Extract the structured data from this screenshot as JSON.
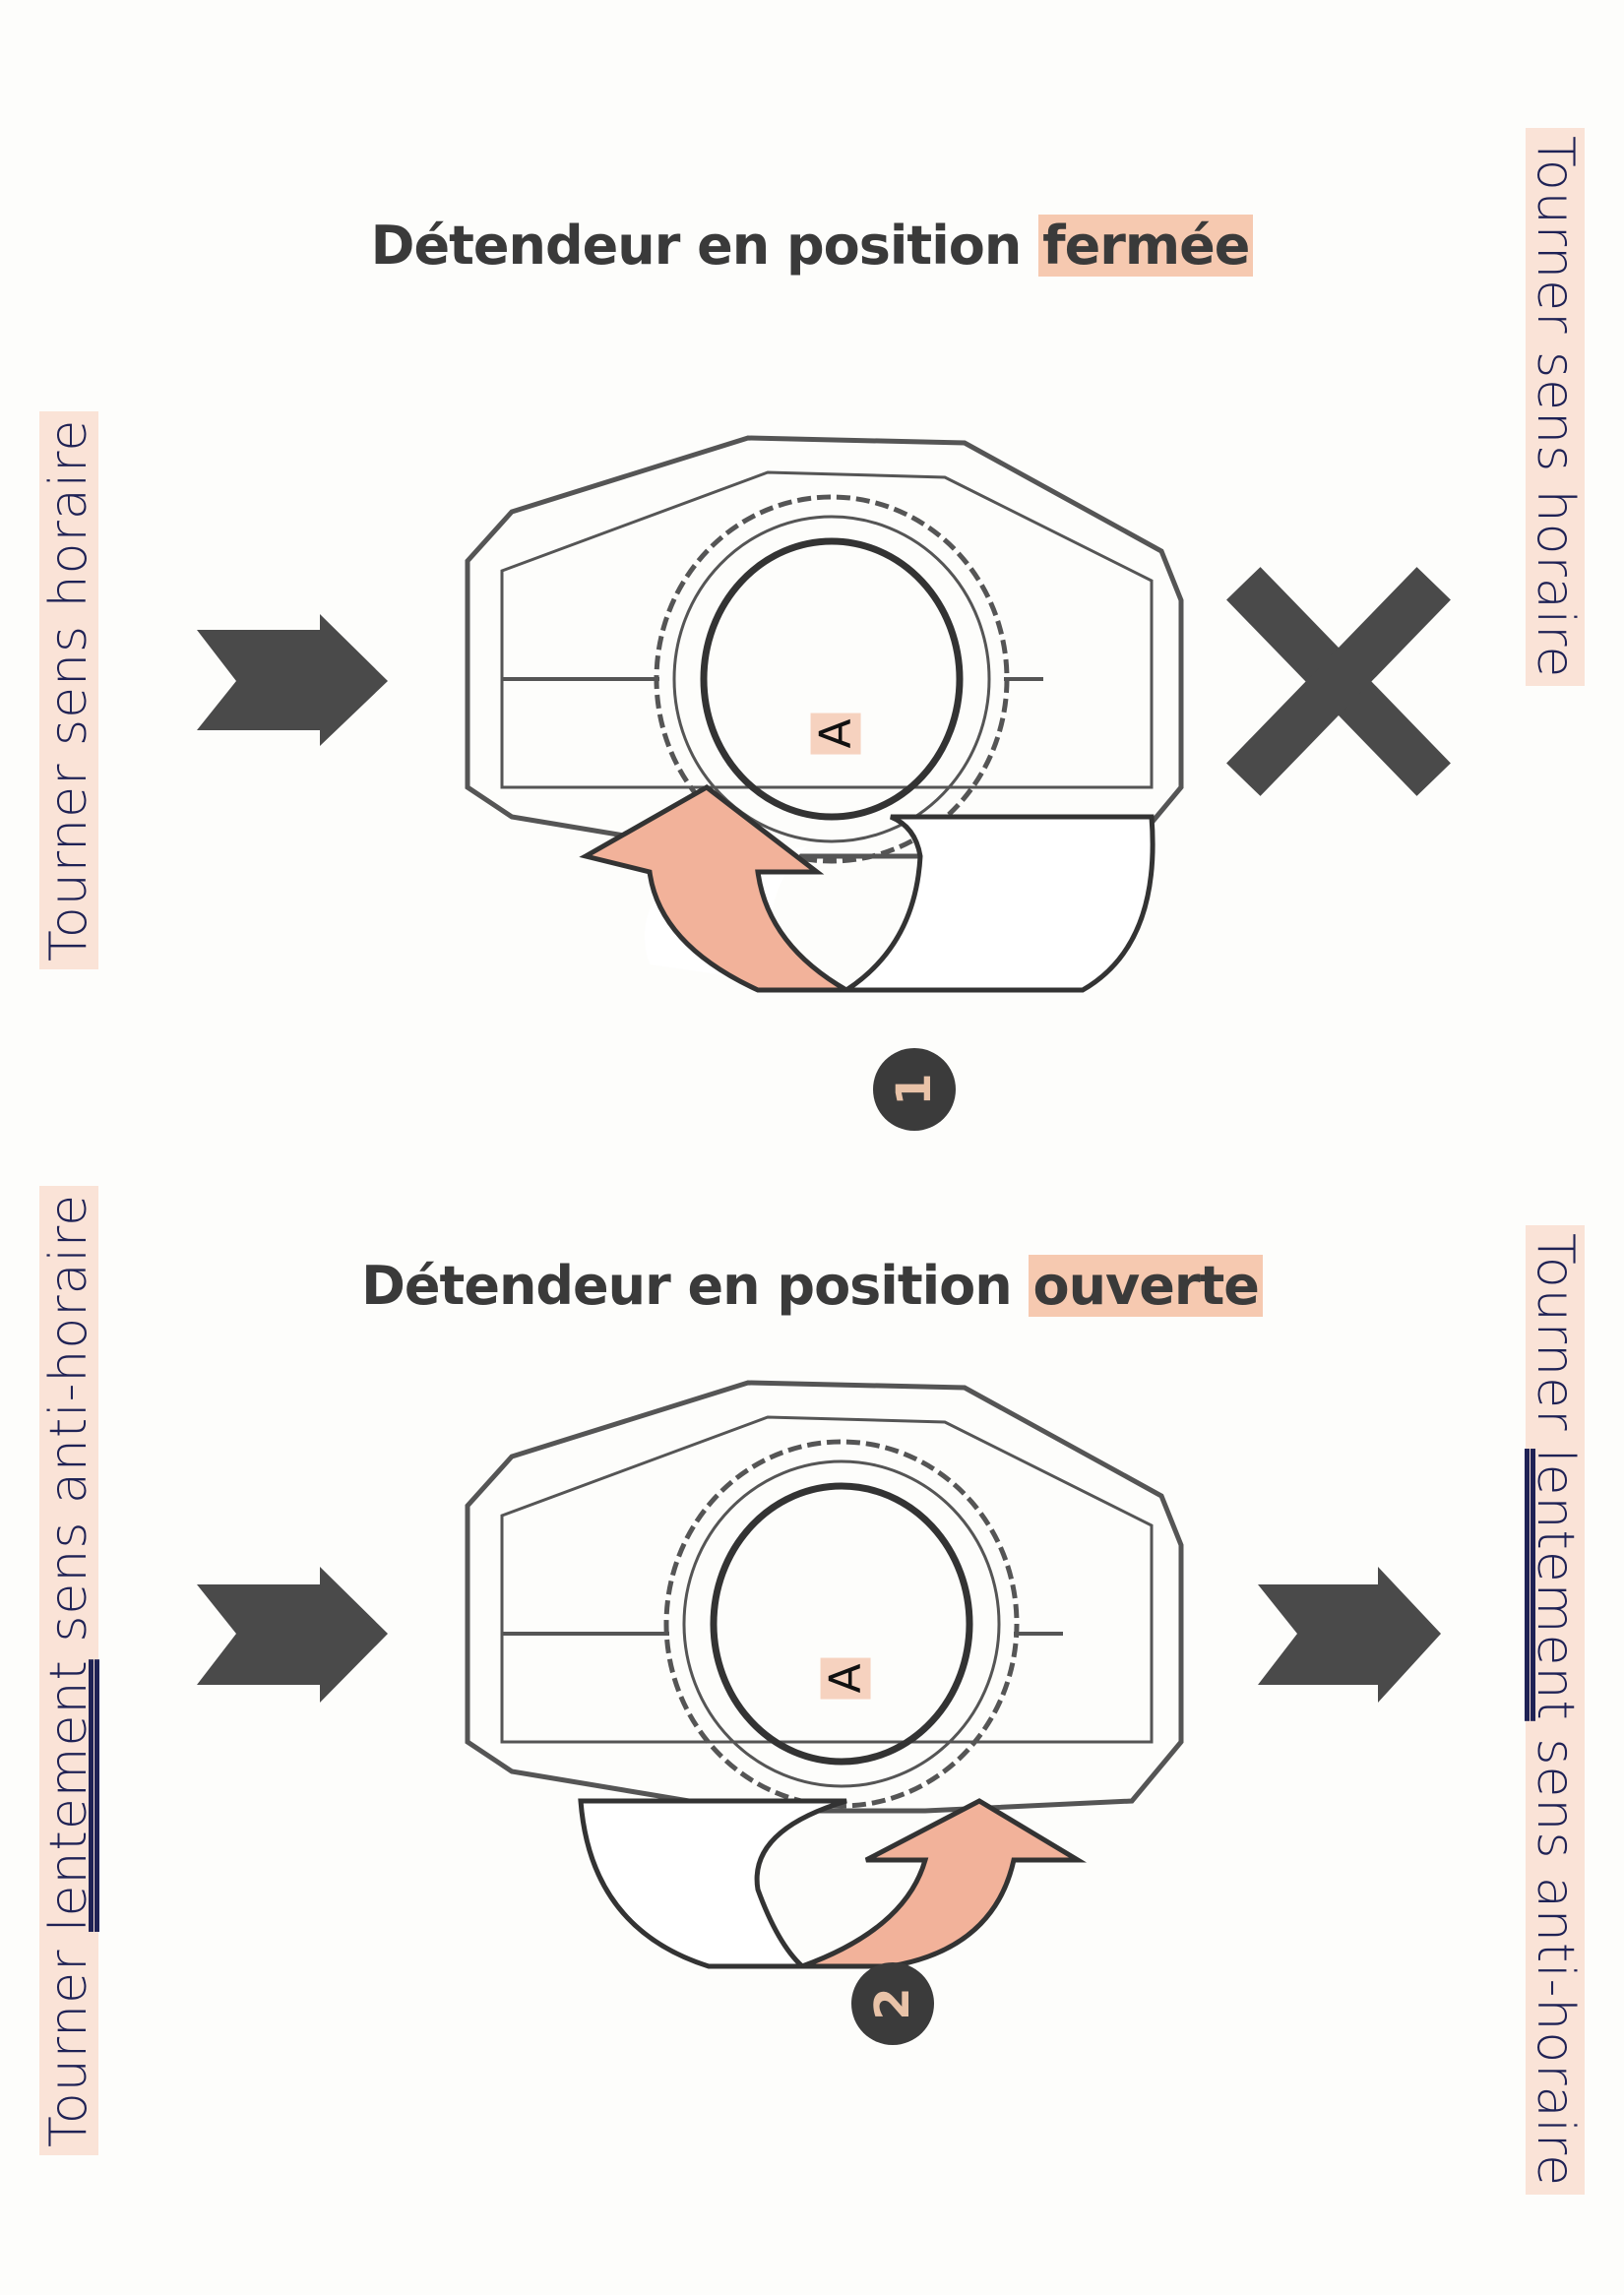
{
  "section1": {
    "title_prefix": "Détendeur en position ",
    "title_highlight": "fermée",
    "label_a": "A",
    "step_number": "1",
    "left_note": "Tourner sens horaire",
    "right_note": "Tourner sens horaire",
    "outlet_icon": "cross-icon"
  },
  "section2": {
    "title_prefix": "Détendeur en position ",
    "title_highlight": "ouverte",
    "label_a": "A",
    "step_number": "2",
    "left_note_start": "Tourner ",
    "left_note_emph": "lentement",
    "left_note_end": " sens anti-horaire",
    "right_note_start": "Tourner ",
    "right_note_emph": "lentement",
    "right_note_end": " sens anti-horaire",
    "outlet_icon": "arrow-right-icon"
  },
  "colors": {
    "accent": "#f2a88a",
    "dark": "#3b3b3b",
    "ink": "#1f2255"
  }
}
